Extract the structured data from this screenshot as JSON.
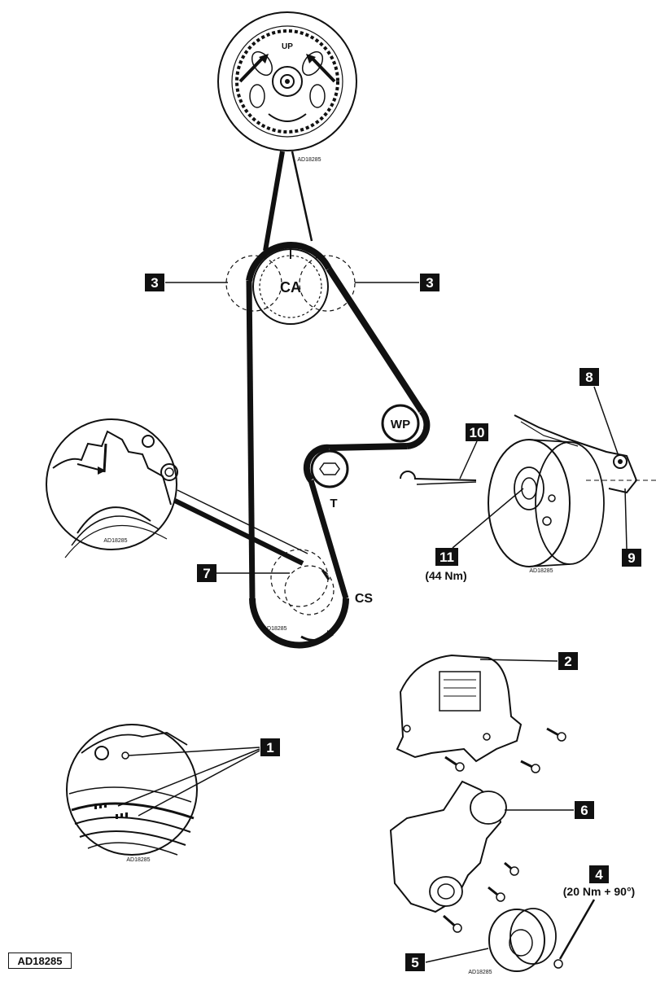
{
  "diagram": {
    "pulleys": {
      "camshaft": "CA",
      "water_pump": "WP",
      "tensioner": "T",
      "crankshaft": "CS",
      "top_marking": "UP"
    },
    "callouts": {
      "c1": "1",
      "c2": "2",
      "c3a": "3",
      "c3b": "3",
      "c4": "4",
      "c5": "5",
      "c6": "6",
      "c7": "7",
      "c8": "8",
      "c9": "9",
      "c10": "10",
      "c11": "11"
    },
    "torques": {
      "item11": "(44 Nm)",
      "item4": "(20 Nm + 90°)"
    },
    "references": {
      "top": "AD18285",
      "inset_left": "AD18285",
      "crank": "AD18285",
      "tensioner_detail": "AD18285",
      "marks_inset": "AD18285",
      "covers": "AD18285",
      "main": "AD18285"
    }
  },
  "colors": {
    "ink": "#111111",
    "paper": "#ffffff",
    "callout_fill": "#111111"
  }
}
